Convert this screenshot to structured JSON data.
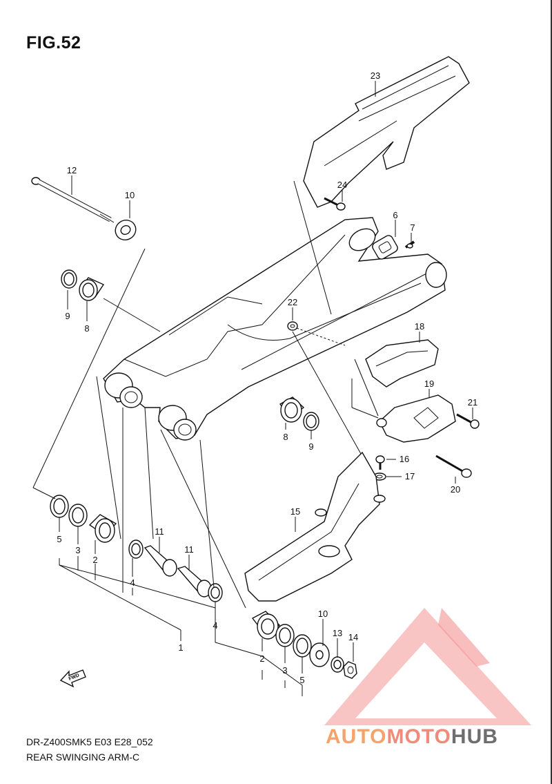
{
  "figure": {
    "title": "FIG.52",
    "model_code": "DR-Z400SMK5 E03 E28_052",
    "description": "REAR SWINGING ARM-C"
  },
  "callouts": {
    "c1": "1",
    "c2a": "2",
    "c2b": "2",
    "c3a": "3",
    "c3b": "3",
    "c4a": "4",
    "c4b": "4",
    "c5a": "5",
    "c5b": "5",
    "c6": "6",
    "c7": "7",
    "c8a": "8",
    "c8b": "8",
    "c9a": "9",
    "c9b": "9",
    "c10a": "10",
    "c10b": "10",
    "c11a": "11",
    "c11b": "11",
    "c12": "12",
    "c13": "13",
    "c14": "14",
    "c15": "15",
    "c16": "16",
    "c17": "17",
    "c18": "18",
    "c19": "19",
    "c20": "20",
    "c21": "21",
    "c22": "22",
    "c23": "23",
    "c24": "24"
  },
  "fwd_arrow": {
    "label": "FWD",
    "icon": "fwd-arrow-icon"
  },
  "watermark": {
    "part1": "AUTO",
    "part2": "MOTO",
    "part3": "HUB",
    "colors": {
      "auto": "#f4a36a",
      "moto": "#f08a7a",
      "hub": "#6e6e6e",
      "logo": "#f07070"
    }
  }
}
